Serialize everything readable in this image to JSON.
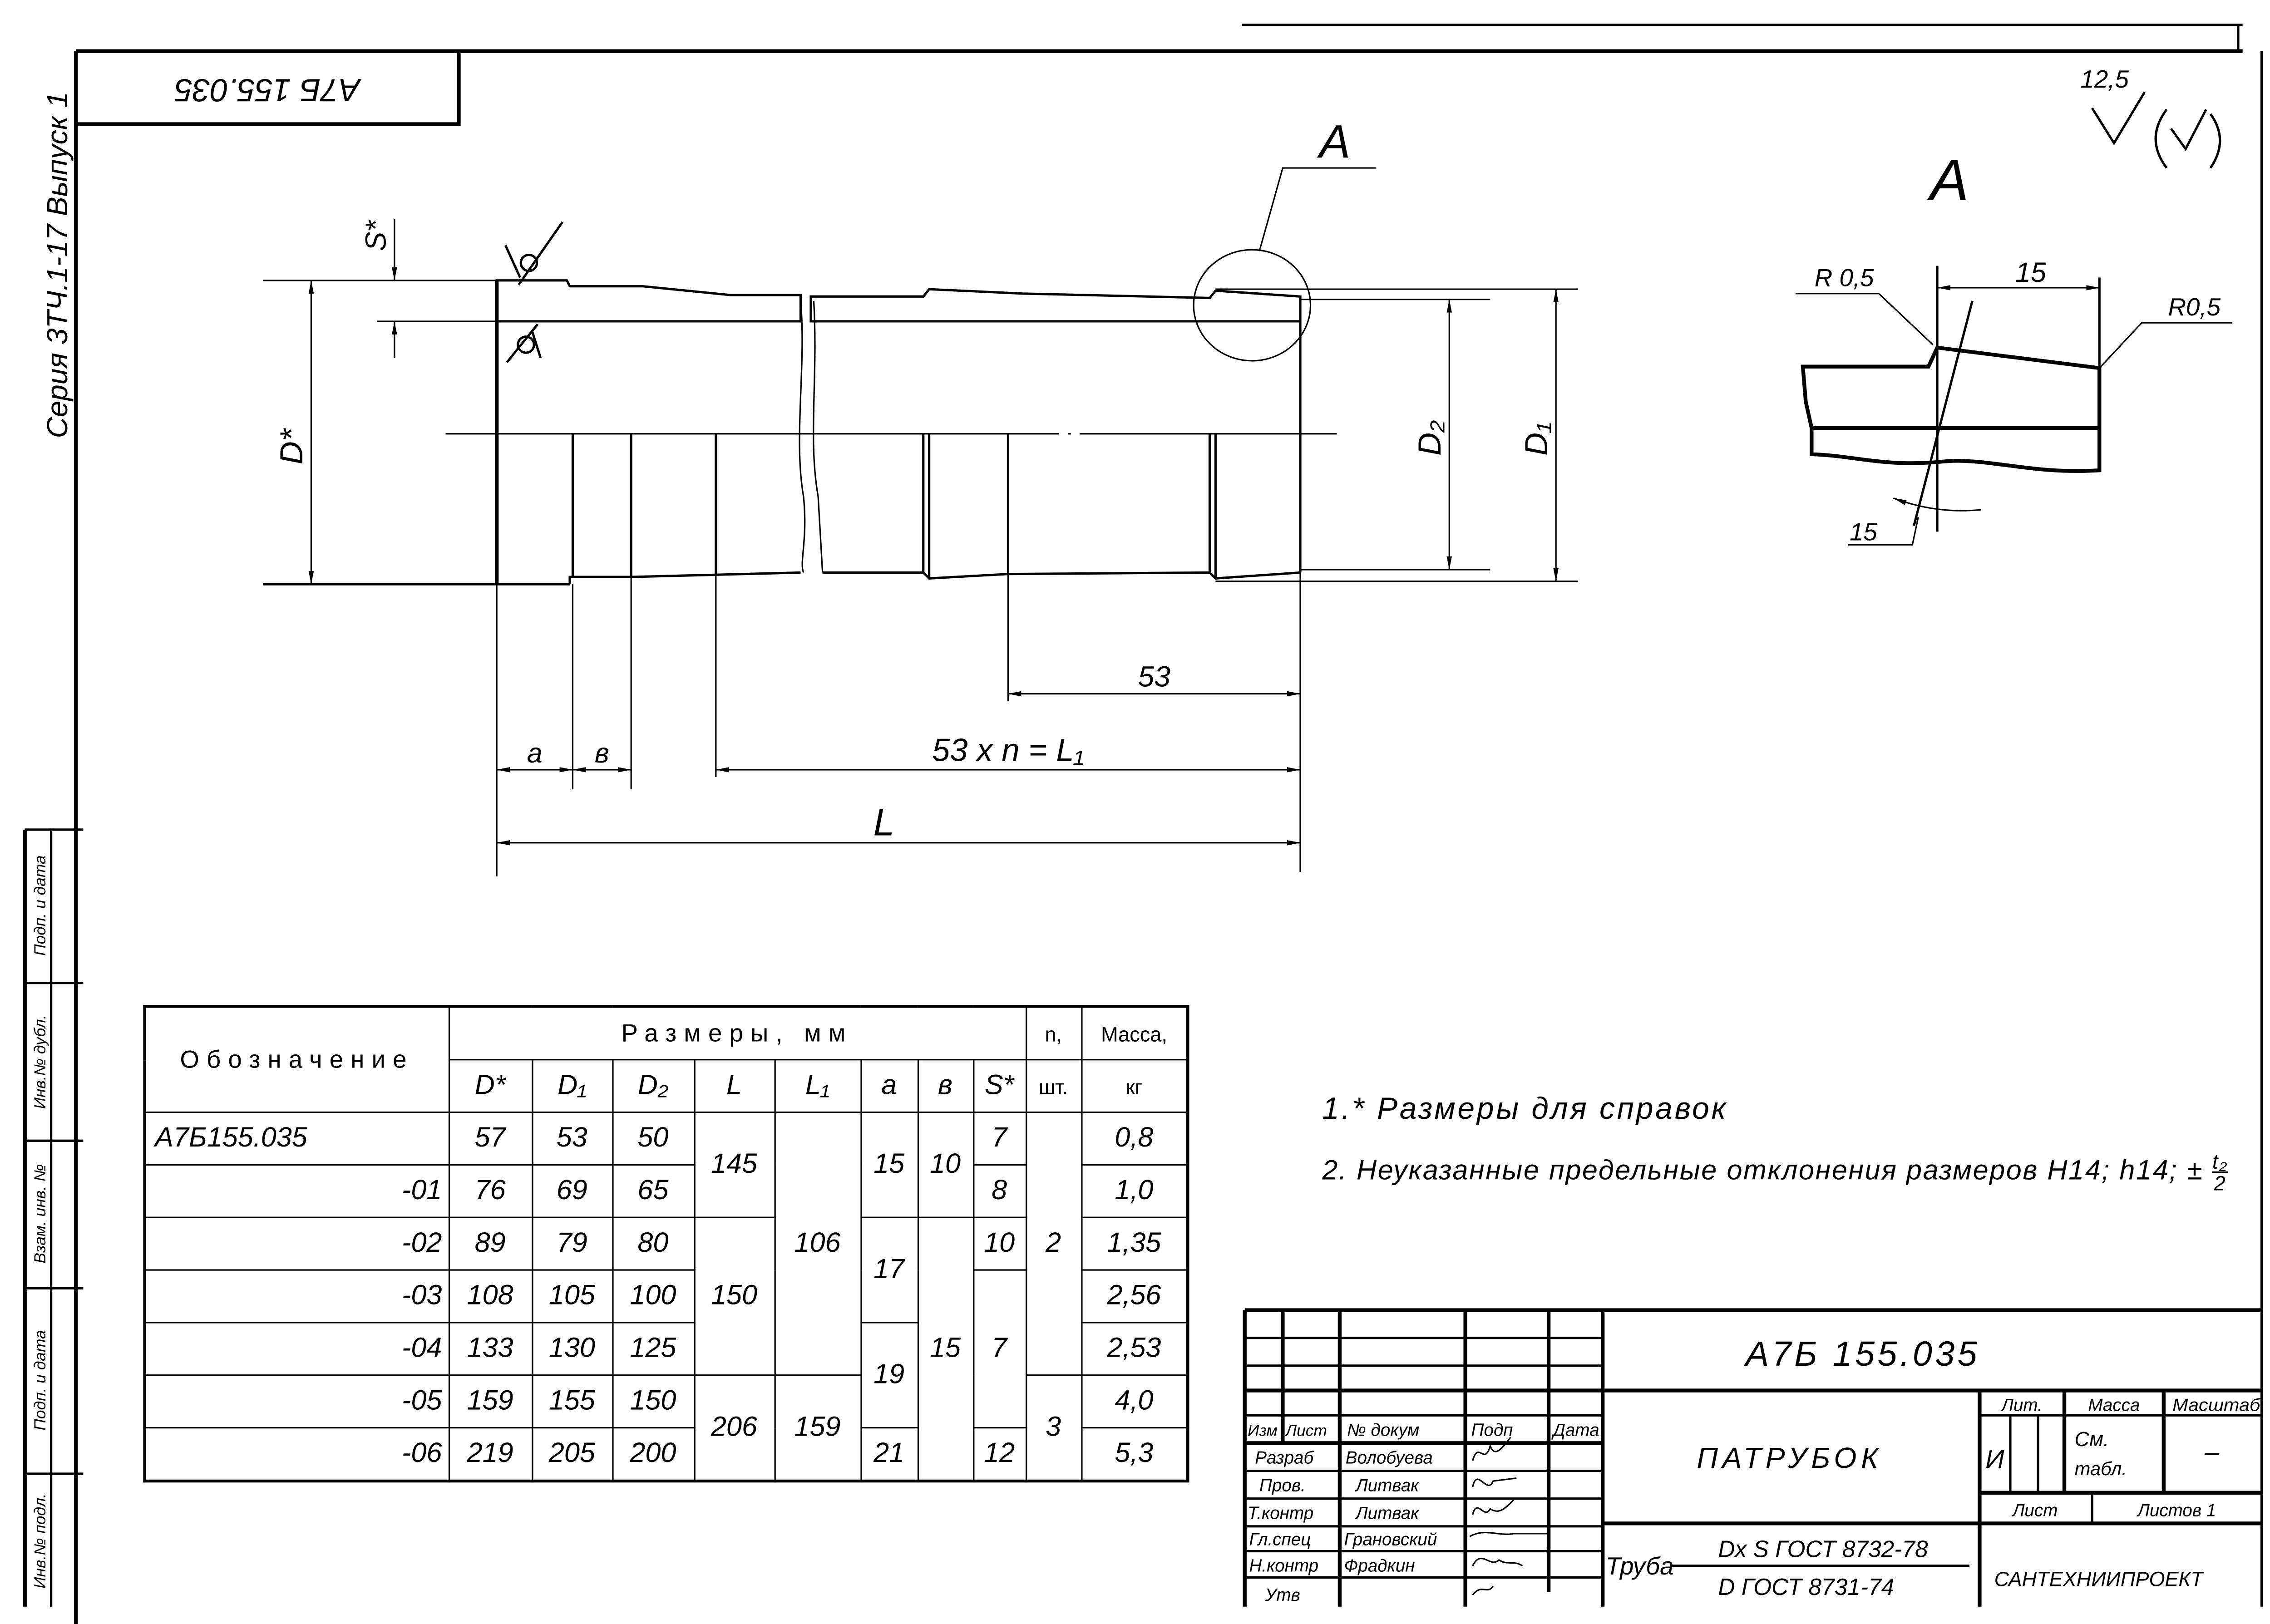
{
  "frame": {
    "top_stamp": "А7Б 155.035",
    "series": "Серия 3ТЧ.1-17 Выпуск 1",
    "margin_stamp": [
      "Подп. и дата",
      "Инв.№ дубл.",
      "Взам. инв. №",
      "Подп. и дата",
      "Инв.№ подл."
    ]
  },
  "drawing": {
    "s_star": "S*",
    "d_star": "D*",
    "d2": "D₂",
    "d1": "D₁",
    "view_ref": "A",
    "dim_pitch": "53",
    "dim_a": "a",
    "dim_b": "в",
    "dim_l1": "53 x n = L₁",
    "dim_l": "L"
  },
  "detail": {
    "title": "A",
    "radius_left": "R 0,5",
    "radius_right": "R0,5",
    "length": "15",
    "angle": "15"
  },
  "roughness": {
    "value": "12,5"
  },
  "table": {
    "col_designation": "Обозначение",
    "group_header": "Размеры, мм",
    "col_n": "n,",
    "col_n_unit": "шт.",
    "col_mass": "Масса,",
    "col_mass_unit": "кг",
    "dims": [
      "D*",
      "D₁",
      "D₂",
      "L",
      "L₁",
      "a",
      "в",
      "S*"
    ],
    "rows": [
      {
        "designation": "А7Б155.035",
        "d": "57",
        "d1": "53",
        "d2": "50",
        "mass": "0,8"
      },
      {
        "designation": "-01",
        "d": "76",
        "d1": "69",
        "d2": "65",
        "mass": "1,0"
      },
      {
        "designation": "-02",
        "d": "89",
        "d1": "79",
        "d2": "80",
        "mass": "1,35"
      },
      {
        "designation": "-03",
        "d": "108",
        "d1": "105",
        "d2": "100",
        "mass": "2,56"
      },
      {
        "designation": "-04",
        "d": "133",
        "d1": "130",
        "d2": "125",
        "mass": "2,53"
      },
      {
        "designation": "-05",
        "d": "159",
        "d1": "155",
        "d2": "150",
        "mass": "4,0"
      },
      {
        "designation": "-06",
        "d": "219",
        "d1": "205",
        "d2": "200",
        "mass": "5,3"
      }
    ],
    "L": [
      "145",
      "150",
      "206"
    ],
    "L1": [
      "106",
      "159"
    ],
    "a": [
      "15",
      "17",
      "19",
      "21"
    ],
    "b": [
      "10",
      "15"
    ],
    "s": [
      "7",
      "8",
      "10",
      "7",
      "12"
    ],
    "n": [
      "2",
      "3"
    ]
  },
  "notes": {
    "note1": "1.* Размеры  для  справок",
    "note2": "2. Неуказанные предельные отклонения размеров H14; h14; ±",
    "note2_frac_num": "t₂",
    "note2_frac_den": "2"
  },
  "title_block": {
    "designation": "А7Б 155.035",
    "name": "ПАТРУБОК",
    "col_headers": [
      "Изм",
      "Лист",
      "№ докум",
      "Подп",
      "Дата"
    ],
    "roles": [
      {
        "role": "Разраб",
        "name": "Волобуева"
      },
      {
        "role": "Пров.",
        "name": "Литвак"
      },
      {
        "role": "Т.контр",
        "name": "Литвак"
      },
      {
        "role": "Гл.спец",
        "name": "Грановский"
      },
      {
        "role": "Н.контр",
        "name": "Фрадкин"
      },
      {
        "role": "Утв",
        "name": ""
      }
    ],
    "lit_label": "Лит.",
    "mass_label": "Масса",
    "scale_label": "Масштаб",
    "lit_value": "И",
    "mass_value_1": "См.",
    "mass_value_2": "табл.",
    "scale_value": "–",
    "sheet_label": "Лист",
    "sheets_label": "Листов 1",
    "material_label": "Труба",
    "material_top": "Dx S ГОСТ 8732-78",
    "material_bottom": "D ГОСТ 8731-74",
    "organization": "САНТЕХНИИПРОЕКТ"
  }
}
